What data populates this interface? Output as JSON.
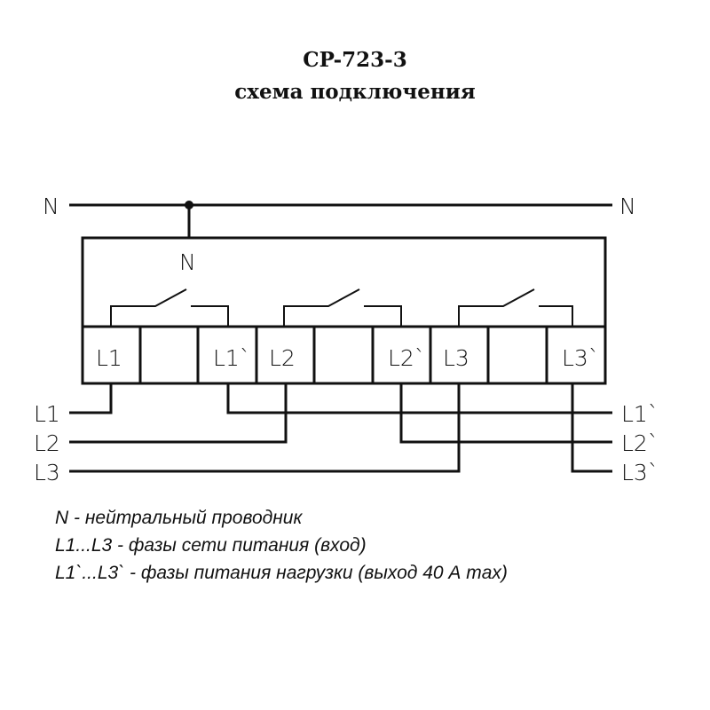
{
  "title": "CP-723-3",
  "subtitle": "схема подключения",
  "diagram": {
    "neutral_left": "N",
    "neutral_right": "N",
    "neutral_internal": "N",
    "terminals": [
      "L1",
      "",
      "L1`",
      "L2",
      "",
      "L2`",
      "L3",
      "",
      "L3`"
    ],
    "inputs": [
      "L1",
      "L2",
      "L3"
    ],
    "outputs": [
      "L1`",
      "L2`",
      "L3`"
    ]
  },
  "legend": [
    "N - нейтральный проводник",
    "L1...L3 - фазы сети питания (вход)",
    "L1`...L3` - фазы питания нагрузки (выход 40 А max)"
  ]
}
